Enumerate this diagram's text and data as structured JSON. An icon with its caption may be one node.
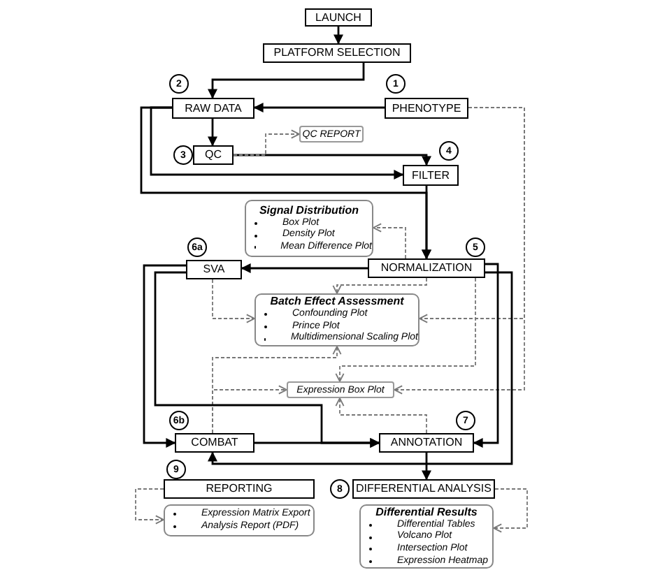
{
  "diagram": {
    "nodes": [
      {
        "text": [
          "LAUNCH"
        ]
      },
      {
        "text": [
          "PLATFORM SELECTION"
        ]
      },
      {
        "text": [
          "RAW DATA"
        ],
        "beside": [
          "2"
        ]
      },
      {
        "text": [
          "PHENOTYPE"
        ],
        "beside": [
          "1"
        ]
      },
      {
        "text": [
          "QC"
        ],
        "beside": [
          "3"
        ]
      },
      {
        "text": [
          "QC REPORT"
        ]
      },
      {
        "text": [
          "FILTER"
        ],
        "beside": [
          "4"
        ]
      },
      {
        "text": [
          "Signal Distribution",
          "Box Plot",
          "Density Plot",
          "Mean Difference Plot"
        ]
      },
      {
        "text": [
          "SVA"
        ],
        "beside": [
          "6a"
        ]
      },
      {
        "text": [
          "NORMALIZATION"
        ],
        "beside": [
          "5"
        ]
      },
      {
        "text": [
          "Batch Effect Assessment",
          "Confounding Plot",
          "Prince Plot",
          "Multidimensional Scaling Plot"
        ]
      },
      {
        "text": [
          "Expression Box Plot"
        ]
      },
      {
        "text": [
          "COMBAT"
        ],
        "beside": [
          "6b"
        ]
      },
      {
        "text": [
          "ANNOTATION"
        ],
        "beside": [
          "7"
        ]
      },
      {
        "text": [
          "REPORTING"
        ],
        "beside": [
          "9"
        ]
      },
      {
        "text": [
          "Expression Matrix Export",
          "Analysis Report (PDF)"
        ]
      },
      {
        "text": [
          "DIFFERENTIAL ANALYSIS"
        ],
        "beside": [
          "8"
        ]
      },
      {
        "text": [
          "Differential Results",
          "Differential Tables",
          "Volcano Plot",
          "Intersection Plot",
          "Expression Heatmap"
        ]
      }
    ],
    "edges": [
      {
        "from": 0,
        "to": 1,
        "arrow": "to"
      },
      {
        "from": 1,
        "to": 2,
        "arrow": "to"
      },
      {
        "from": 3,
        "to": 2,
        "arrow": "to"
      },
      {
        "from": 2,
        "to": 4,
        "arrow": "to"
      },
      {
        "from": 4,
        "to": 6,
        "arrow": "to"
      },
      {
        "from": 4,
        "to": 5,
        "arrow": "to",
        "style": "dashed",
        "color": "#777777"
      },
      {
        "from": 2,
        "to": 6,
        "arrow": "to"
      },
      {
        "from": 2,
        "to": 9,
        "arrow": "to"
      },
      {
        "from": 6,
        "to": 9,
        "arrow": "to"
      },
      {
        "from": 9,
        "to": 8,
        "arrow": "to"
      },
      {
        "from": 9,
        "to": 7,
        "arrow": "to",
        "style": "dashed",
        "color": "#777777"
      },
      {
        "from": 9,
        "to": 10,
        "arrow": "to",
        "style": "dashed",
        "color": "#777777"
      },
      {
        "from": 3,
        "to": 10,
        "arrow": "to",
        "style": "dashed",
        "color": "#777777"
      },
      {
        "from": 3,
        "to": 11,
        "arrow": "to",
        "style": "dashed",
        "color": "#777777"
      },
      {
        "from": 9,
        "to": 11,
        "arrow": "to",
        "style": "dashed",
        "color": "#777777"
      },
      {
        "from": 8,
        "to": 10,
        "arrow": "to",
        "style": "dashed",
        "color": "#777777"
      },
      {
        "from": 12,
        "to": 10,
        "arrow": "to",
        "style": "dashed",
        "color": "#777777"
      },
      {
        "from": 12,
        "to": 11,
        "arrow": "to",
        "style": "dashed",
        "color": "#777777"
      },
      {
        "from": 13,
        "to": 11,
        "arrow": "to",
        "style": "dashed",
        "color": "#777777"
      },
      {
        "from": 9,
        "to": 13,
        "arrow": "to"
      },
      {
        "from": 9,
        "to": 12,
        "arrow": "to"
      },
      {
        "from": 8,
        "to": 12,
        "arrow": "to"
      },
      {
        "from": 8,
        "to": 13,
        "arrow": "to"
      },
      {
        "from": 12,
        "to": 13,
        "arrow": "to"
      },
      {
        "from": 13,
        "to": 16,
        "arrow": "to"
      },
      {
        "from": 14,
        "to": 15,
        "arrow": "to",
        "style": "dashed",
        "color": "#777777"
      },
      {
        "from": 16,
        "to": 17,
        "arrow": "to",
        "style": "dashed",
        "color": "#777777"
      }
    ]
  }
}
